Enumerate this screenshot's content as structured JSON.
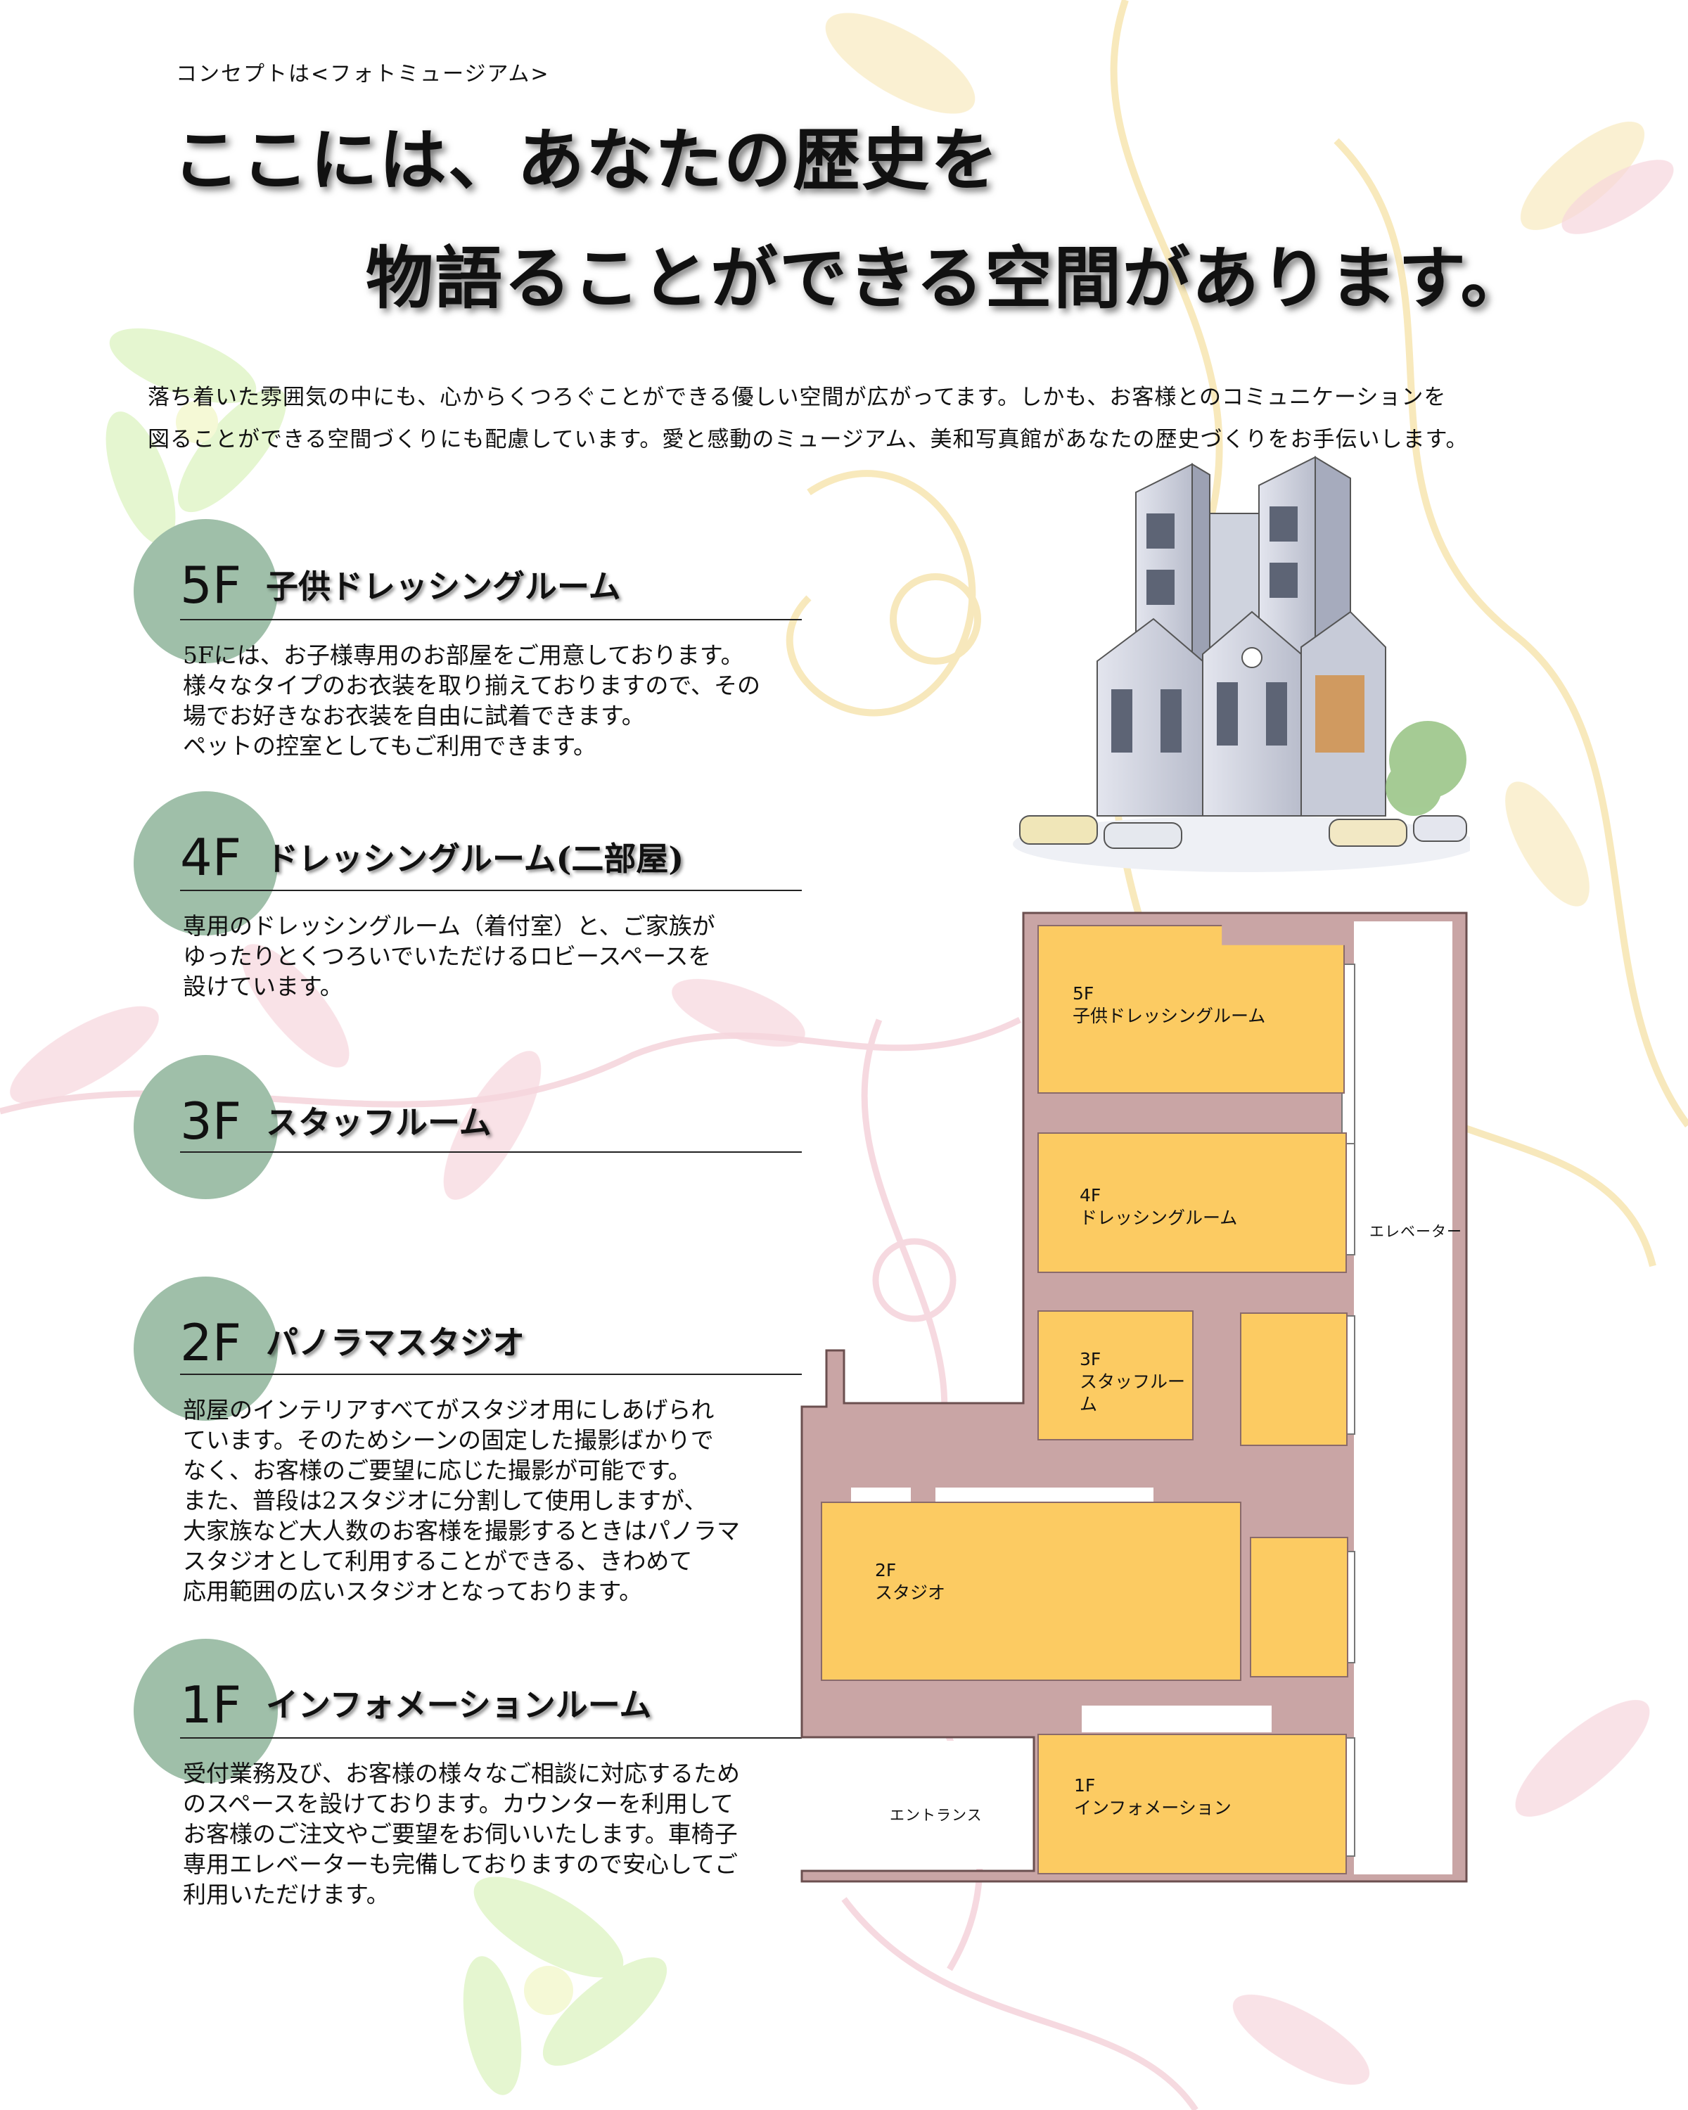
{
  "header": {
    "eyebrow": "コンセプトは<フォトミュージアム>",
    "headline_line1": "ここには、あなたの歴史を",
    "headline_line2": "物語ることができる空間があります。"
  },
  "intro": {
    "line1": "落ち着いた雰囲気の中にも、心からくつろぐことができる優しい空間が広がってます。しかも、お客様とのコミュニケーションを",
    "line2": "図ることができる空間づくりにも配慮しています。愛と感動のミュージアム、美和写真館があなたの歴史づくりをお手伝いします。"
  },
  "floors": [
    {
      "number": "5F",
      "title": "子供ドレッシングルーム",
      "description": "5Fには、お子様専用のお部屋をご用意しております。\n様々なタイプのお衣装を取り揃えておりますので、その\n場でお好きなお衣装を自由に試着できます。\nペットの控室としてもご利用できます。"
    },
    {
      "number": "4F",
      "title": "ドレッシングルーム(二部屋)",
      "description": "専用のドレッシングルーム（着付室）と、ご家族が\nゆったりとくつろいでいただけるロビースペースを\n設けています。"
    },
    {
      "number": "3F",
      "title": "スタッフルーム",
      "description": ""
    },
    {
      "number": "2F",
      "title": "パノラマスタジオ",
      "description": "部屋のインテリアすべてがスタジオ用にしあげられ\nています。そのためシーンの固定した撮影ばかりで\nなく、お客様のご要望に応じた撮影が可能です。\nまた、普段は2スタジオに分割して使用しますが、\n大家族など大人数のお客様を撮影するときはパノラマ\nスタジオとして利用することができる、きわめて\n応用範囲の広いスタジオとなっております。"
    },
    {
      "number": "1F",
      "title": "インフォメーションルーム",
      "description": "受付業務及び、お客様の様々なご相談に対応するため\nのスペースを設けております。カウンターを利用して\nお客様のご注文やご要望をお伺いいたします。車椅子\n専用エレベーターも完備しておりますので安心してご\n利用いただけます。"
    }
  ],
  "floor_plan": {
    "rooms": [
      {
        "label": "5F\n子供ドレッシングルーム"
      },
      {
        "label": "4F\nドレッシングルーム"
      },
      {
        "label": "3F\nスタッフルーム"
      },
      {
        "label": "2F\nスタジオ"
      },
      {
        "label": "1F\nインフォメーション"
      }
    ],
    "elevator_label": "エレベーター",
    "entrance_label": "エントランス",
    "colors": {
      "wall": "#c9a5a5",
      "room": "#fccb62"
    }
  },
  "colors": {
    "floor_circle": "#9fbfa9",
    "background_floral_pink": "#f4c9d2",
    "background_floral_yellow": "#f6e2a8",
    "background_floral_green": "#d6efb5"
  }
}
